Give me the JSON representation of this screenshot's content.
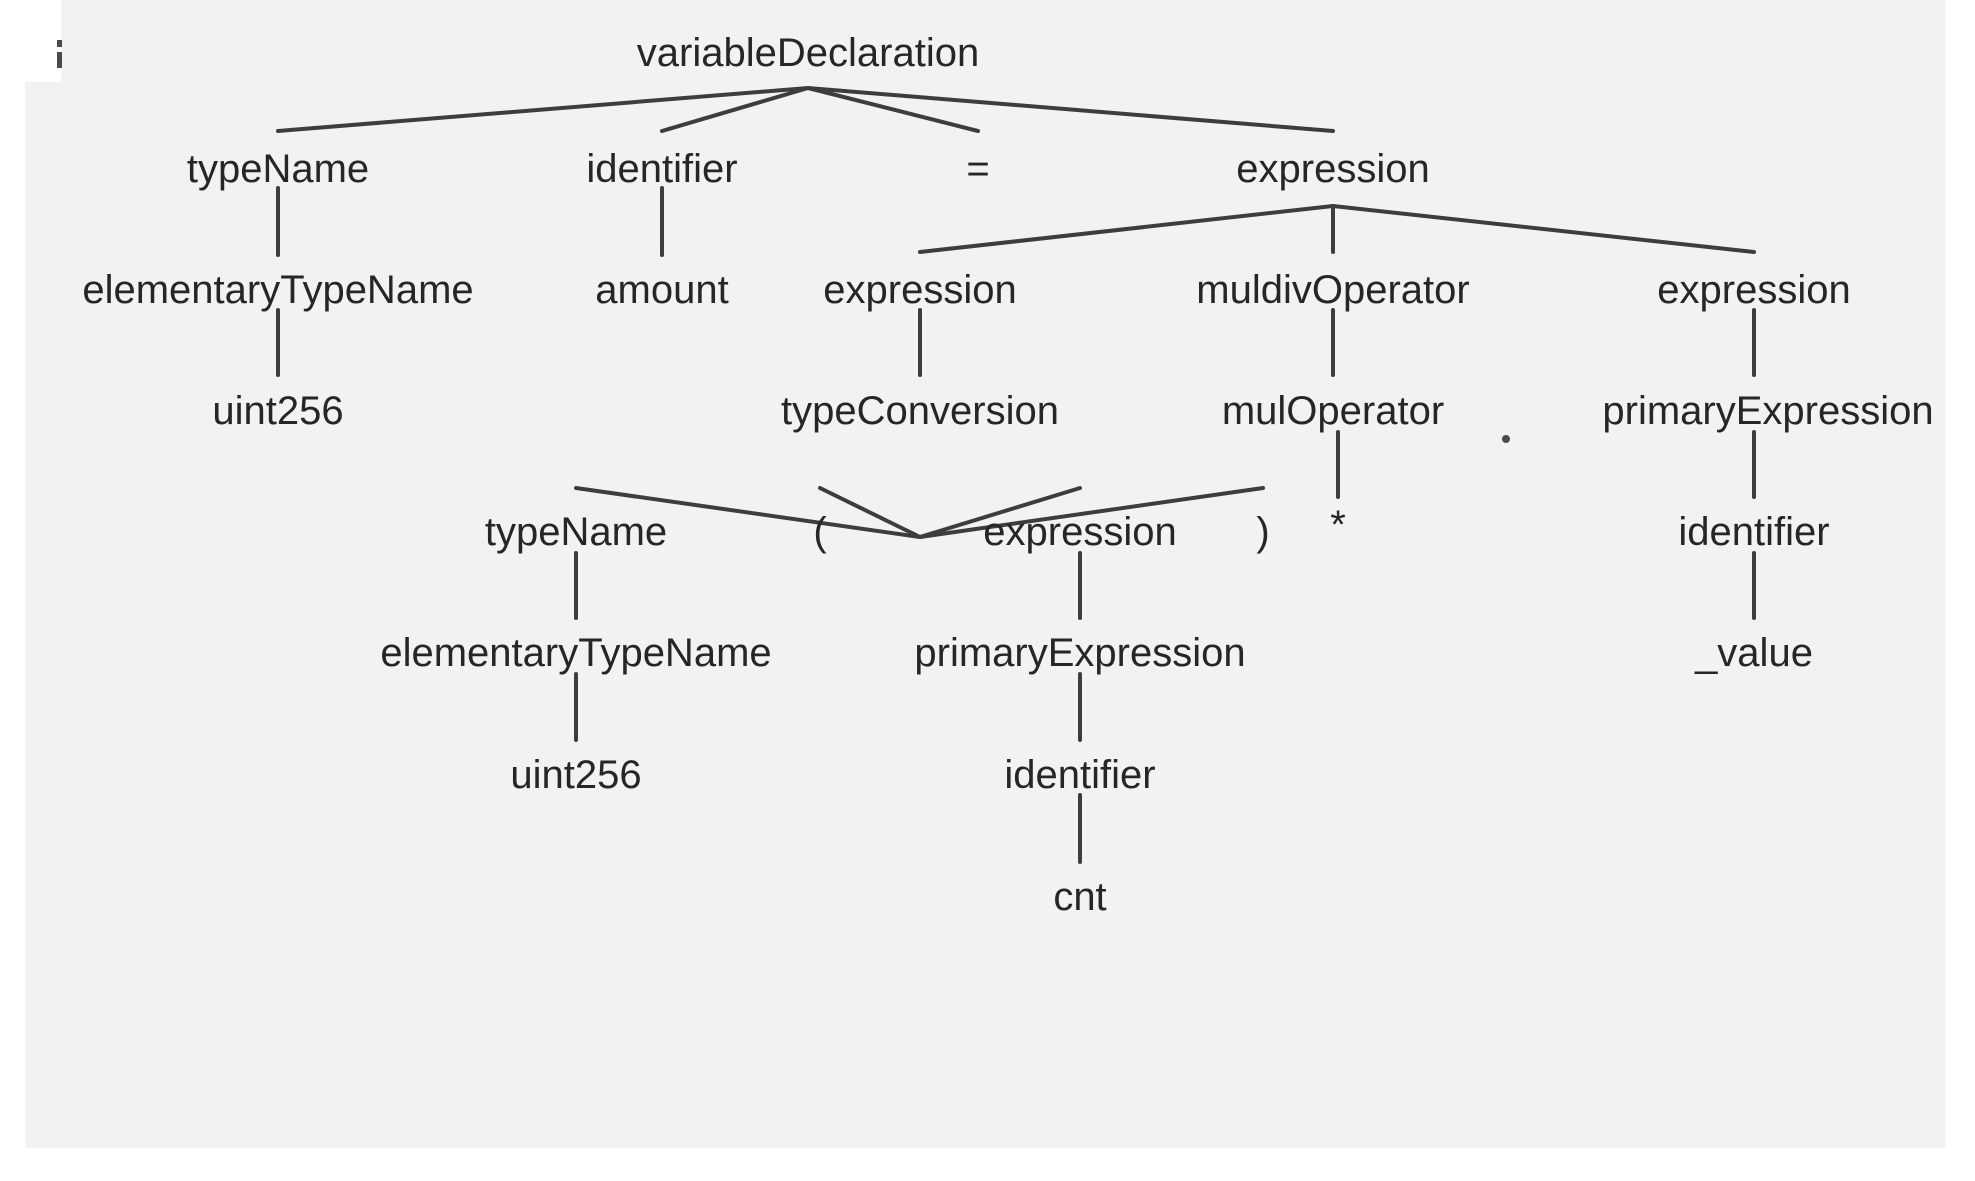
{
  "diagram": {
    "type": "parse-tree",
    "title": "variableDeclaration parse tree",
    "panel_color": "#f2f2f2",
    "page_color": "#ffffff",
    "text_color": "#262626",
    "edge_color": "#3d3d3d",
    "artifacts": {
      "clipped_glyph_top_left": ";",
      "stray_dot": "."
    },
    "nodes": {
      "root": "variableDeclaration",
      "typeName_1": "typeName",
      "identifier_1": "identifier",
      "equals": "=",
      "expression_1": "expression",
      "elementaryTypeName_1": "elementaryTypeName",
      "amount": "amount",
      "expression_2": "expression",
      "muldivOperator": "muldivOperator",
      "expression_3": "expression",
      "uint256_1": "uint256",
      "typeConversion": "typeConversion",
      "mulOperator": "mulOperator",
      "primaryExpression_1": "primaryExpression",
      "typeName_2": "typeName",
      "lparen": "(",
      "expression_4": "expression",
      "rparen": ")",
      "star": "*",
      "identifier_2": "identifier",
      "elementaryTypeName_2": "elementaryTypeName",
      "primaryExpression_2": "primaryExpression",
      "value": "_value",
      "uint256_2": "uint256",
      "identifier_3": "identifier",
      "cnt": "cnt"
    }
  }
}
